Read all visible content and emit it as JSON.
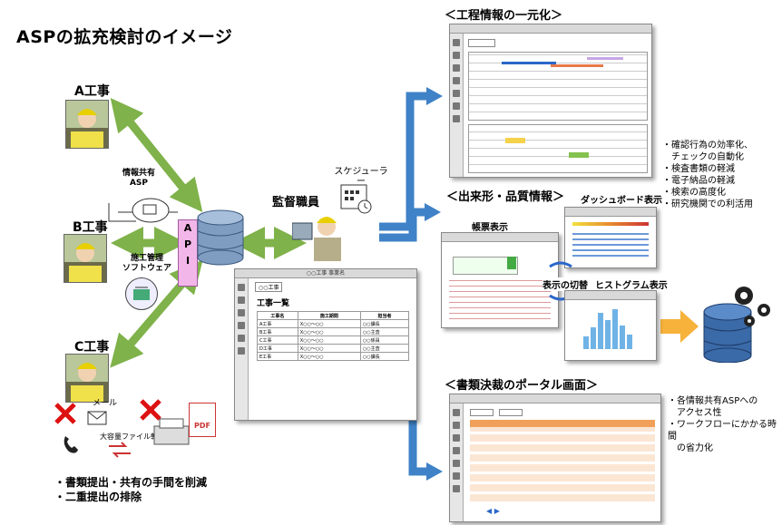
{
  "title": "ASPの拡充検討のイメージ",
  "projects": {
    "a": "A工事",
    "b": "B工事",
    "c": "C工事"
  },
  "info_share_asp": "情報共有\nASP",
  "construction_software": "施工管理\nソフトウェア",
  "api": "API",
  "supervisor": "監督職員",
  "scheduler": "スケジューラー",
  "mail": "メール",
  "large_file": "大容量ファイル転送",
  "pdf": "PDF",
  "bottom_notes": [
    "・書類提出・共有の手間を削減",
    "・二重提出の排除"
  ],
  "center_screen": {
    "header": "○○工事 事業名",
    "button": "○○工事",
    "heading": "工事一覧",
    "columns": [
      "工事名",
      "施工期間",
      "担当者"
    ],
    "rows": [
      [
        "A工事",
        "X○○～○○",
        "○○課長"
      ],
      [
        "B工事",
        "X○○～○○",
        "○○主査"
      ],
      [
        "C工事",
        "X○○～○○",
        "○○係員"
      ],
      [
        "D工事",
        "X○○～○○",
        "○○主査"
      ],
      [
        "E工事",
        "X○○～○○",
        "○○課長"
      ]
    ]
  },
  "sections": {
    "process": "＜工程情報の一元化＞",
    "quality": "＜出来形・品質情報＞",
    "portal": "＜書類決裁のポータル画面＞"
  },
  "quality_labels": {
    "dashboard": "ダッシュボード表示",
    "form": "帳票表示",
    "switch": "表示の切替",
    "histogram": "ヒストグラム表示"
  },
  "process_notes": [
    "・確認行為の効率化、",
    "　チェックの自動化",
    "・検査書類の軽減",
    "・電子納品の軽減",
    "・検索の高度化",
    "・研究機関での利活用"
  ],
  "portal_notes": [
    "・各情報共有ASPへの",
    "　アクセス性",
    "・ワークフローにかかる時間",
    "　の省力化"
  ],
  "colors": {
    "arrow_green": "#7fb24a",
    "arrow_blue": "#3f82c7",
    "arrow_orange": "#f6b23a",
    "db": "#5a7ea8",
    "api": "#f2b6e8"
  }
}
